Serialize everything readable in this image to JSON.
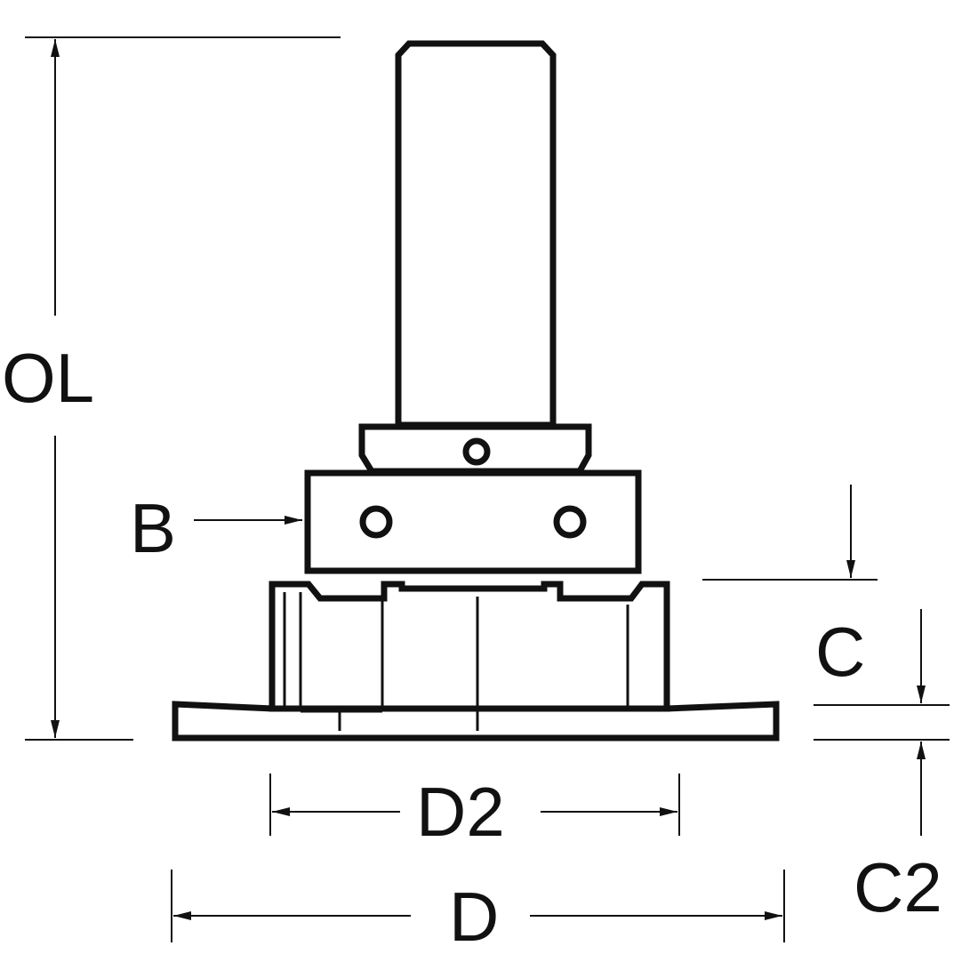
{
  "colors": {
    "ink": "#111111",
    "background": "#ffffff"
  },
  "labels": {
    "ol": "OL",
    "b": "B",
    "c": "C",
    "c2": "C2",
    "d2": "D2",
    "d": "D"
  }
}
